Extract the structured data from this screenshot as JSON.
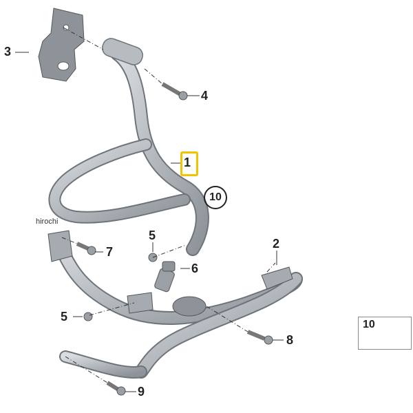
{
  "parts": [
    {
      "id": "1",
      "label": "1"
    },
    {
      "id": "2",
      "label": "2"
    },
    {
      "id": "3",
      "label": "3"
    },
    {
      "id": "4",
      "label": "4"
    },
    {
      "id": "5a",
      "label": "5"
    },
    {
      "id": "5b",
      "label": "5"
    },
    {
      "id": "6",
      "label": "6"
    },
    {
      "id": "7",
      "label": "7"
    },
    {
      "id": "8",
      "label": "8"
    },
    {
      "id": "9",
      "label": "9"
    }
  ],
  "circled_reference": "10",
  "inset_label": "10",
  "watermark": "hirochi",
  "colors": {
    "tube": "#b9bec4",
    "tube_edge": "#6e747a",
    "bracket": "#8e9399",
    "highlight": "#f2c400",
    "text": "#222222"
  }
}
